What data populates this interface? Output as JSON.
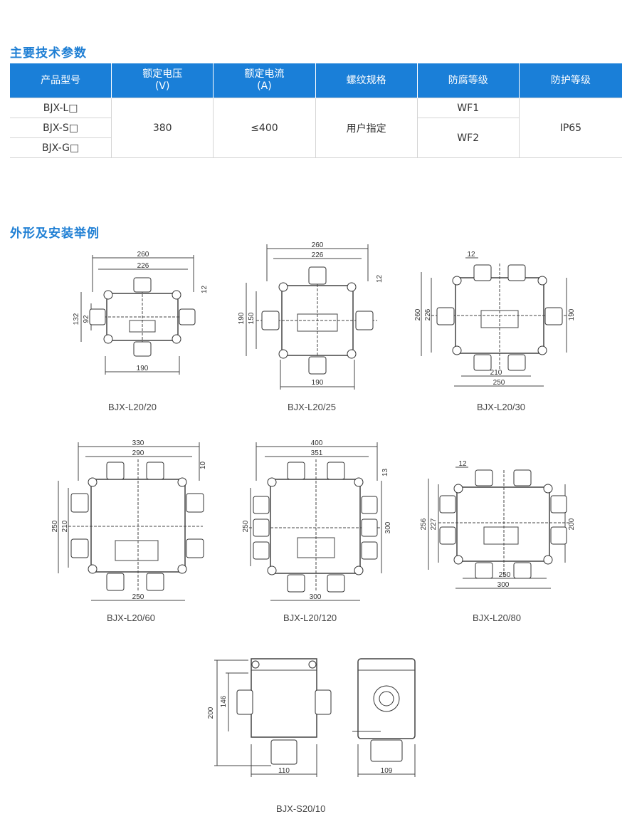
{
  "section1_title": "主要技术参数",
  "table": {
    "headers": [
      {
        "line1": "产品型号",
        "line2": ""
      },
      {
        "line1": "额定电压",
        "line2": "(V)"
      },
      {
        "line1": "额定电流",
        "line2": "(A)"
      },
      {
        "line1": "螺纹规格",
        "line2": ""
      },
      {
        "line1": "防腐等级",
        "line2": ""
      },
      {
        "line1": "防护等级",
        "line2": ""
      }
    ],
    "models": [
      "BJX-L□",
      "BJX-S□",
      "BJX-G□"
    ],
    "voltage": "380",
    "current": "≤400",
    "thread": "用户指定",
    "corrosion": [
      "WF1",
      "WF2"
    ],
    "protection": "IP65"
  },
  "section2_title": "外形及安装举例",
  "drawings": [
    {
      "caption": "BJX-L20/20",
      "dims": [
        "260",
        "226",
        "12",
        "132",
        "92",
        "190"
      ]
    },
    {
      "caption": "BJX-L20/25",
      "dims": [
        "260",
        "226",
        "12",
        "190",
        "150",
        "190"
      ]
    },
    {
      "caption": "BJX-L20/30",
      "dims": [
        "12",
        "260",
        "226",
        "190",
        "210",
        "250"
      ]
    },
    {
      "caption": "BJX-L20/60",
      "dims": [
        "330",
        "290",
        "10",
        "250",
        "210",
        "250"
      ]
    },
    {
      "caption": "BJX-L20/120",
      "dims": [
        "400",
        "351",
        "13",
        "250",
        "300",
        "300"
      ]
    },
    {
      "caption": "BJX-L20/80",
      "dims": [
        "12",
        "256",
        "227",
        "200",
        "250",
        "300"
      ]
    },
    {
      "caption": "BJX-S20/10",
      "dims": [
        "200",
        "146",
        "110",
        "109"
      ]
    }
  ]
}
